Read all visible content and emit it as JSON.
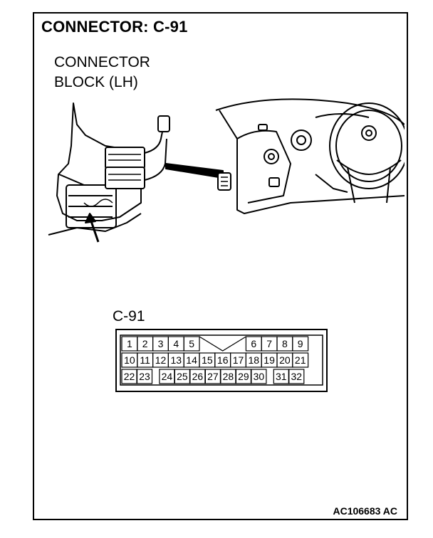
{
  "title": "CONNECTOR: C-91",
  "callout": {
    "line1": "CONNECTOR",
    "line2": "BLOCK (LH)"
  },
  "connector_label": "C-91",
  "figure_id": "AC106683 AC",
  "pins": {
    "row1": [
      "1",
      "2",
      "3",
      "4",
      "5",
      "",
      "6",
      "7",
      "8",
      "9"
    ],
    "row2": [
      "10",
      "11",
      "12",
      "13",
      "14",
      "15",
      "16",
      "17",
      "18",
      "19",
      "20",
      "21"
    ],
    "row3": [
      "22",
      "23",
      "",
      "24",
      "25",
      "26",
      "27",
      "28",
      "29",
      "30",
      "",
      "31",
      "32"
    ]
  }
}
